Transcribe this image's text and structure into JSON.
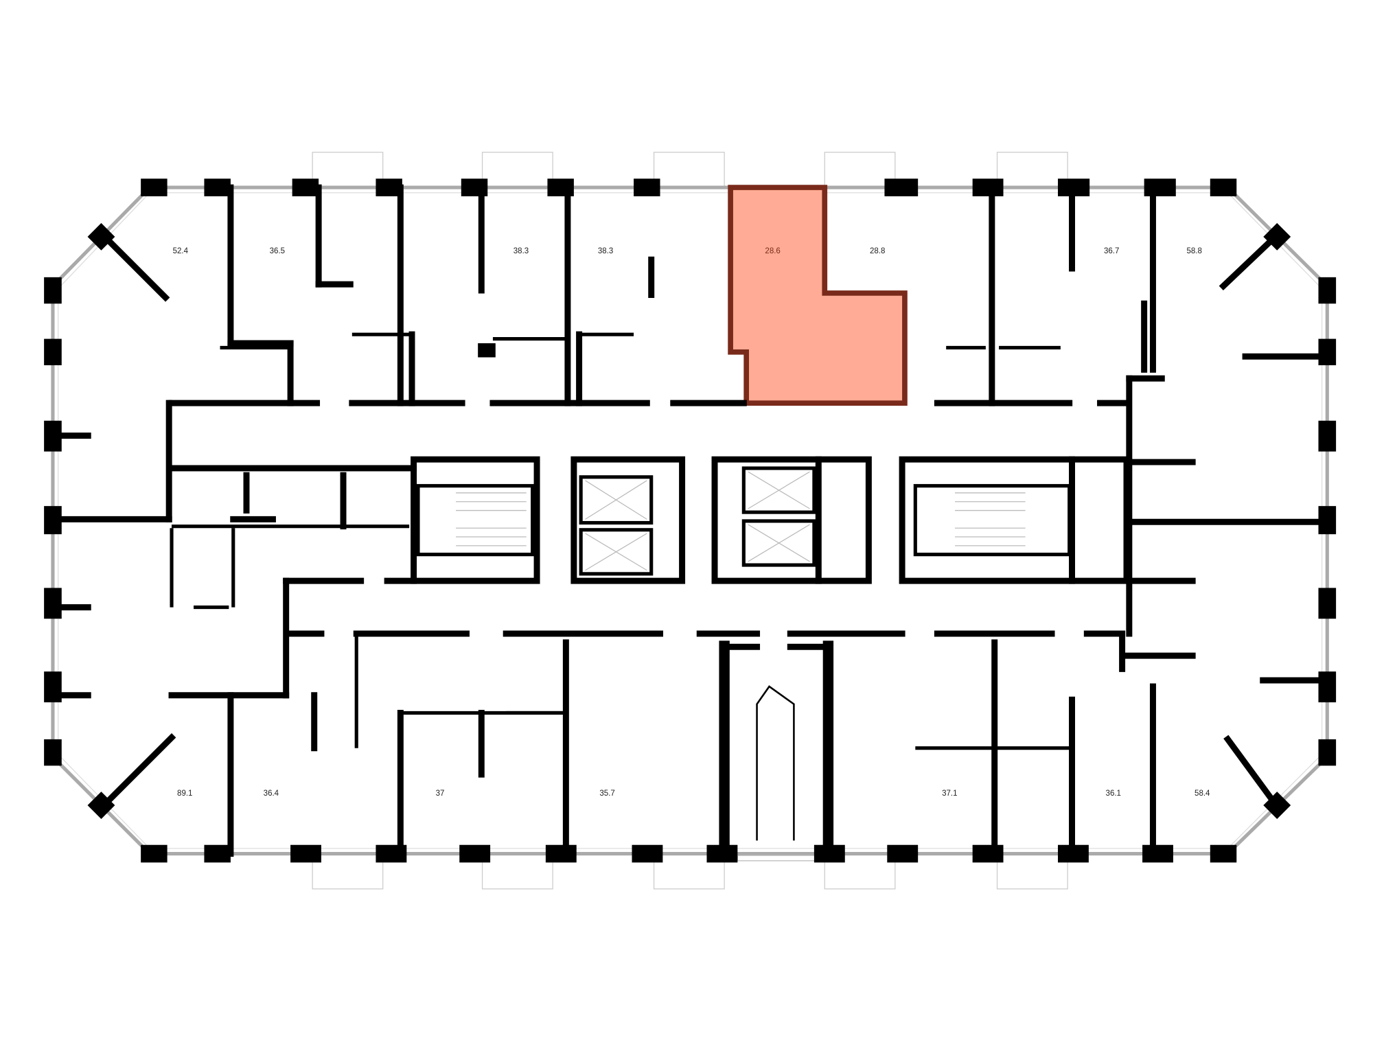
{
  "plan": {
    "highlight_color": "#FFAB95",
    "highlight_stroke": "#7A2A1A",
    "selected_unit": "28.6",
    "top_units": [
      "52.4",
      "36.5",
      "38.3",
      "38.3",
      "28.6",
      "28.8",
      "36.7",
      "58.8"
    ],
    "bottom_units": [
      "89.1",
      "36.4",
      "37",
      "35.7",
      "37.1",
      "36.1",
      "58.4"
    ]
  }
}
